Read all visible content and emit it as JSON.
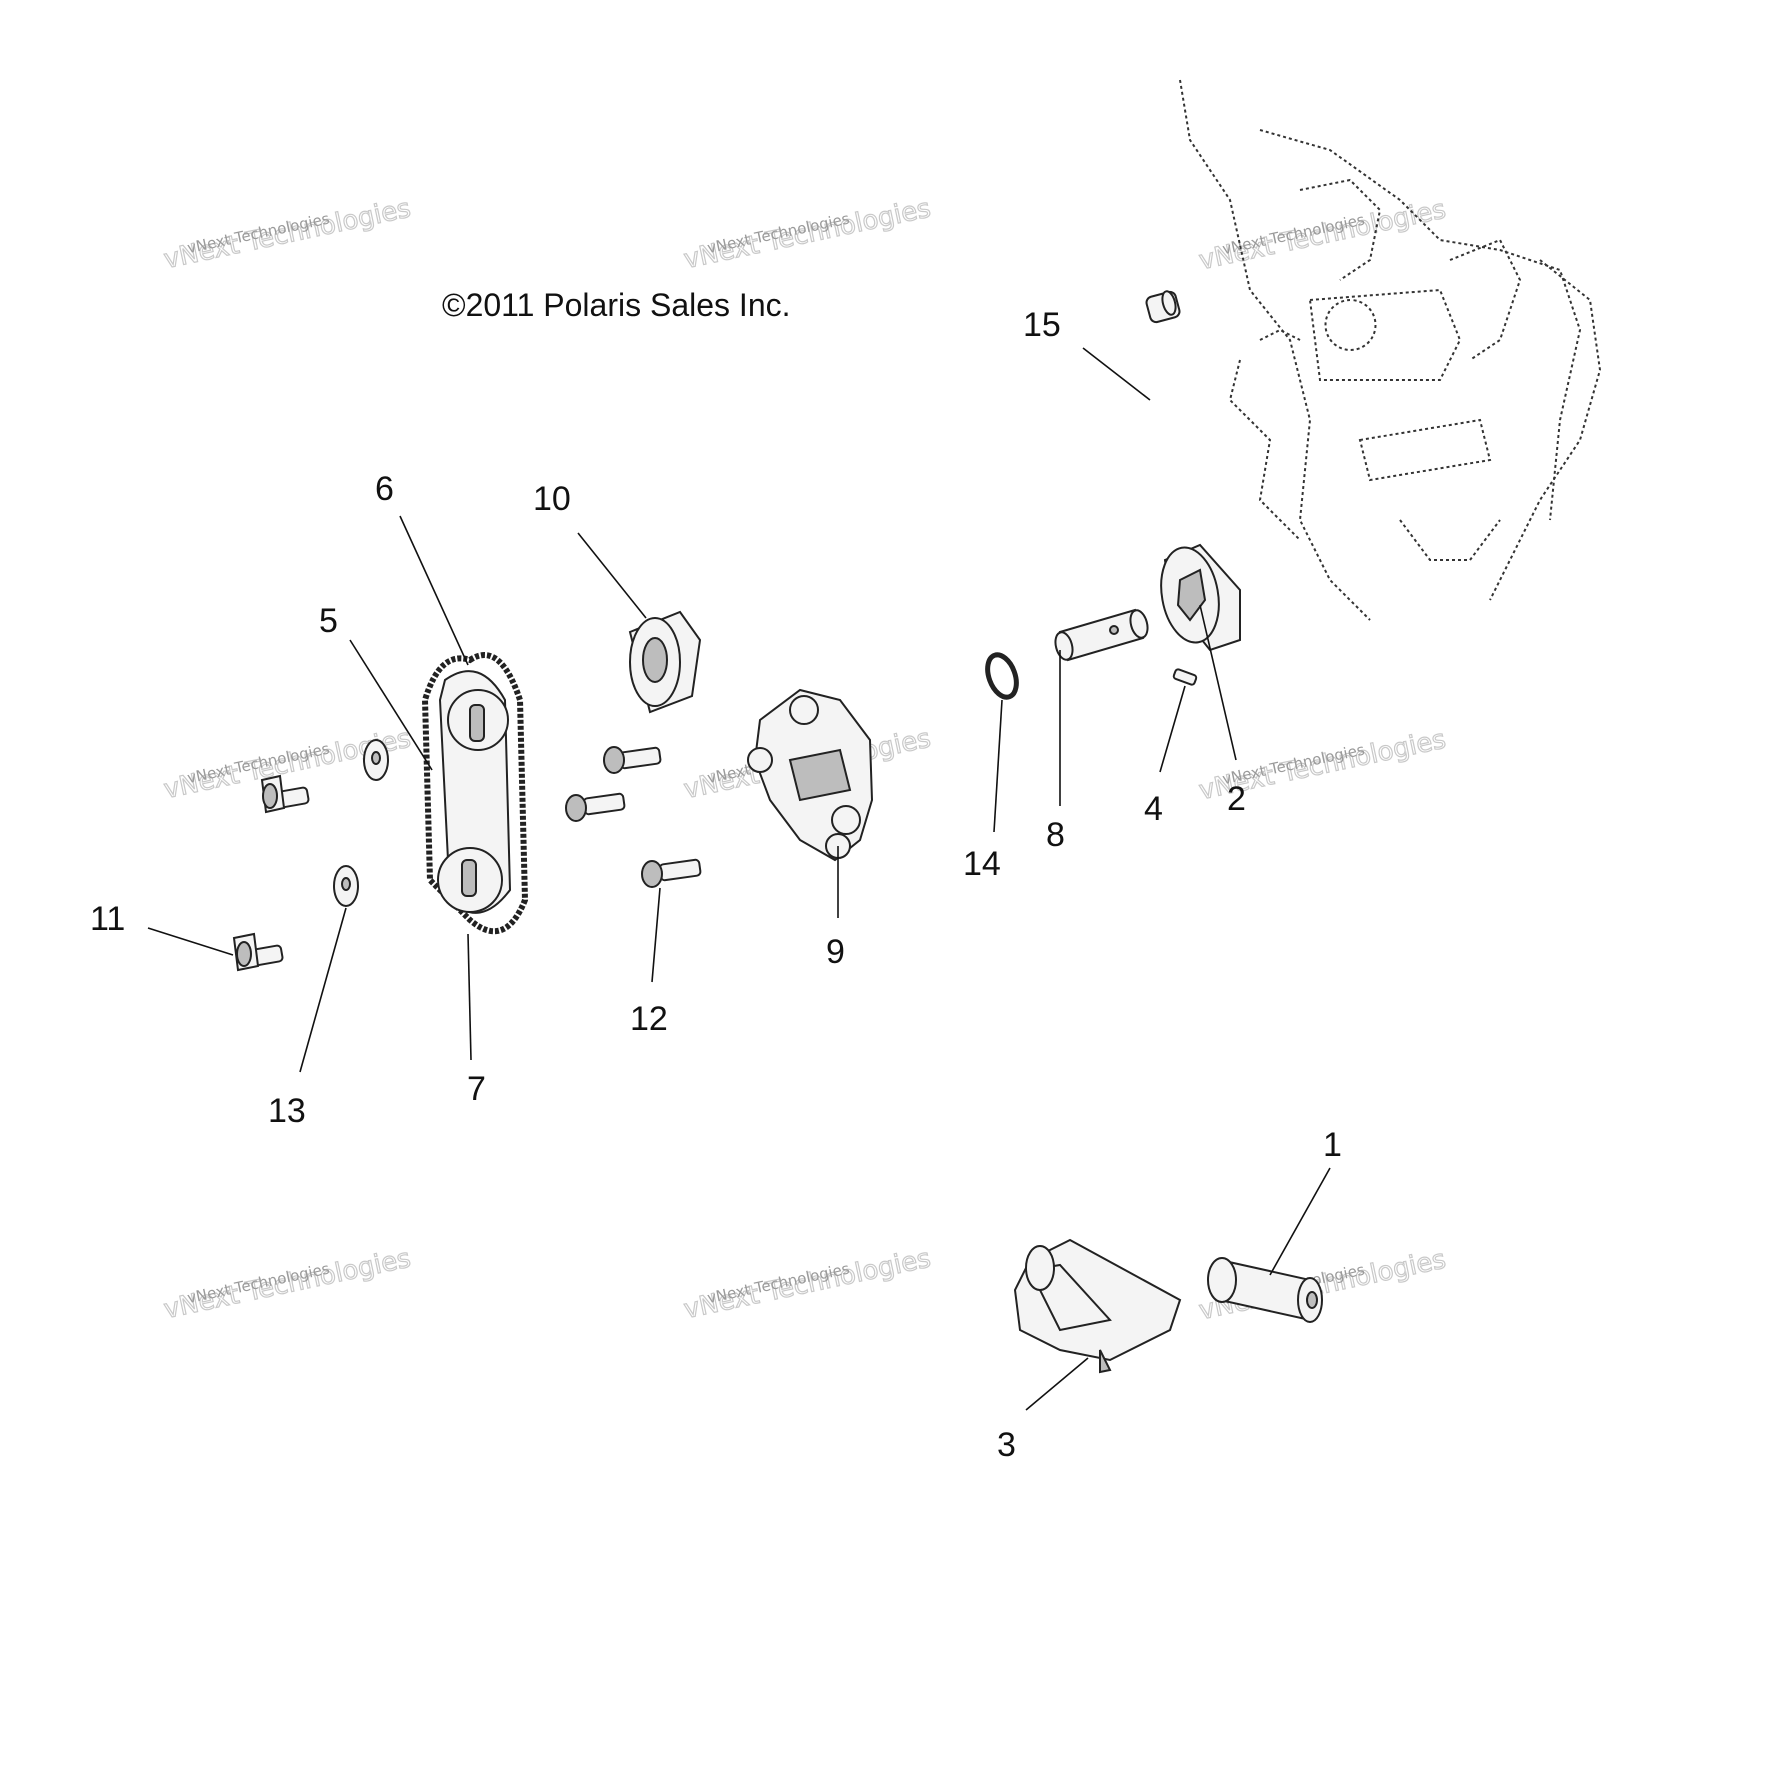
{
  "copyright": "©2011 Polaris Sales Inc.",
  "watermark": {
    "line1": "vNext Technologies",
    "line2": "vNext Technologies"
  },
  "callouts": [
    "1",
    "2",
    "3",
    "4",
    "5",
    "6",
    "7",
    "8",
    "9",
    "10",
    "11",
    "12",
    "13",
    "14",
    "15"
  ]
}
